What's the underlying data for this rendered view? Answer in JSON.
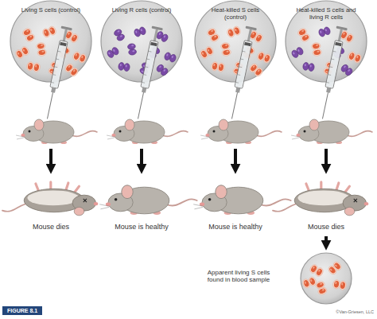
{
  "diagram": {
    "nodes": [
      {
        "text": [
          "Living S cells (control)"
        ]
      },
      {
        "text": [
          "Living R cells (control)"
        ]
      },
      {
        "text": [
          "Heat-killed S cells (control)"
        ]
      },
      {
        "text": [
          "Heat-killed S cells and living R cells"
        ]
      },
      {
        "text": [
          "Mouse dies"
        ]
      },
      {
        "text": [
          "Mouse is healthy"
        ]
      },
      {
        "text": [
          "Mouse is healthy"
        ]
      },
      {
        "text": [
          "Mouse dies"
        ]
      },
      {
        "text": [
          "Apparent living S cells found in blood sample"
        ]
      }
    ],
    "edges": [
      {
        "from": 0,
        "to": 4,
        "arrow": "to"
      },
      {
        "from": 1,
        "to": 5,
        "arrow": "to"
      },
      {
        "from": 2,
        "to": 6,
        "arrow": "to"
      },
      {
        "from": 3,
        "to": 7,
        "arrow": "to"
      },
      {
        "from": 7,
        "to": 8,
        "arrow": "to"
      }
    ],
    "labels": [
      "FIGURE 8.1",
      "©Van-Griesen, LLC"
    ]
  }
}
